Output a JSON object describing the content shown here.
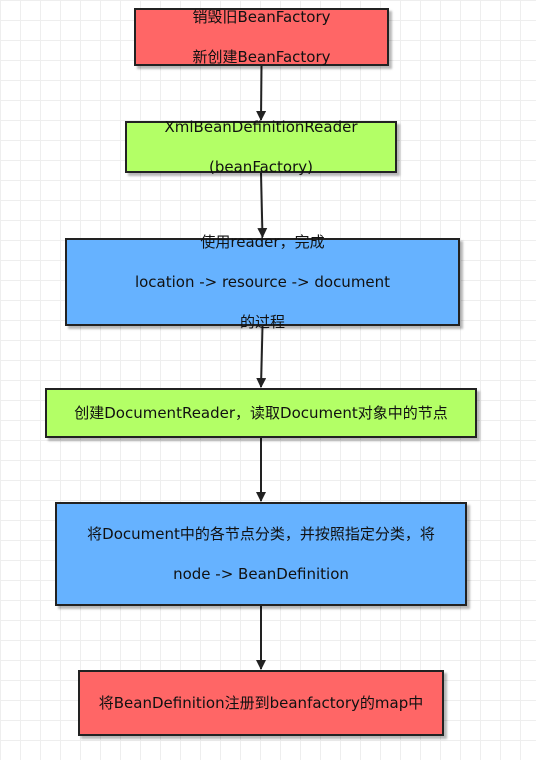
{
  "colors": {
    "red": "#ff6666",
    "green": "#b3ff66",
    "blue": "#66b2ff",
    "stroke": "#222222"
  },
  "flowchart": {
    "nodes": [
      {
        "id": "n1",
        "name": "destroy-and-create-beanfactory-box",
        "color": "#ff6666",
        "lines": [
          "销毁旧BeanFactory",
          "新创建BeanFactory"
        ]
      },
      {
        "id": "n2",
        "name": "xml-bean-definition-reader-box",
        "color": "#b3ff66",
        "lines": [
          "XmlBeanDefinitionReader",
          "(beanFactory)"
        ]
      },
      {
        "id": "n3",
        "name": "reader-location-to-document-box",
        "color": "#66b2ff",
        "lines": [
          "使用reader，完成",
          "location -> resource -> document",
          "的过程"
        ]
      },
      {
        "id": "n4",
        "name": "create-document-reader-box",
        "color": "#b3ff66",
        "lines": [
          "创建DocumentReader，读取Document对象中的节点"
        ]
      },
      {
        "id": "n5",
        "name": "classify-document-nodes-box",
        "color": "#66b2ff",
        "lines": [
          "将Document中的各节点分类，并按照指定分类，将",
          "node -> BeanDefinition"
        ]
      },
      {
        "id": "n6",
        "name": "register-beandefinition-box",
        "color": "#ff6666",
        "lines": [
          "将BeanDefinition注册到beanfactory的map中"
        ]
      }
    ],
    "edges": [
      {
        "from": "n1",
        "to": "n2"
      },
      {
        "from": "n2",
        "to": "n3"
      },
      {
        "from": "n3",
        "to": "n4"
      },
      {
        "from": "n4",
        "to": "n5"
      },
      {
        "from": "n5",
        "to": "n6"
      }
    ]
  }
}
